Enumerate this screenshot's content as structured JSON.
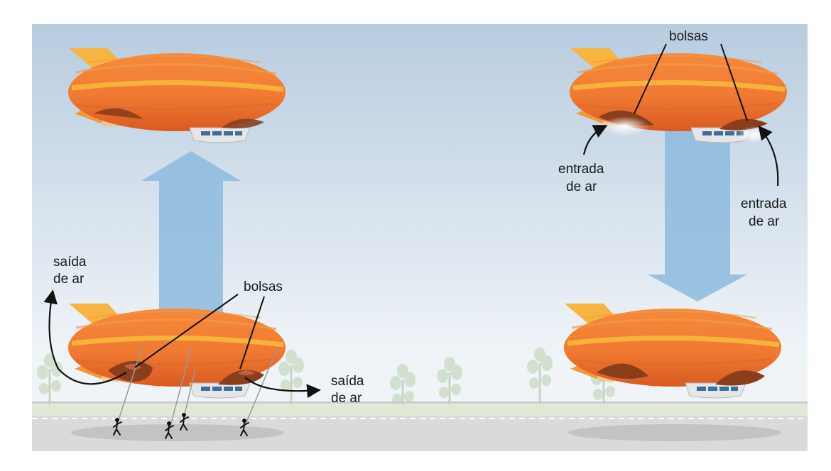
{
  "labels": {
    "bags_top_right": "bolsas",
    "air_in_left_l1": "entrada",
    "air_in_left_l2": "de ar",
    "air_in_right_l1": "entrada",
    "air_in_right_l2": "de ar",
    "air_out_left_l1": "saída",
    "air_out_left_l2": "de ar",
    "bags_bottom_left": "bolsas",
    "air_out_right_l1": "saída",
    "air_out_right_l2": "de ar"
  },
  "colors": {
    "sky_top": "#b8cce0",
    "sky_bottom": "#eef3f7",
    "envelope": "#f07a32",
    "stripe": "#f7b23b",
    "fin": "#f5b53f",
    "ballonet": "#8a3e1c",
    "arrow": "#8dbadd",
    "ground": "#dadada",
    "grass": "#dfe9d6"
  }
}
